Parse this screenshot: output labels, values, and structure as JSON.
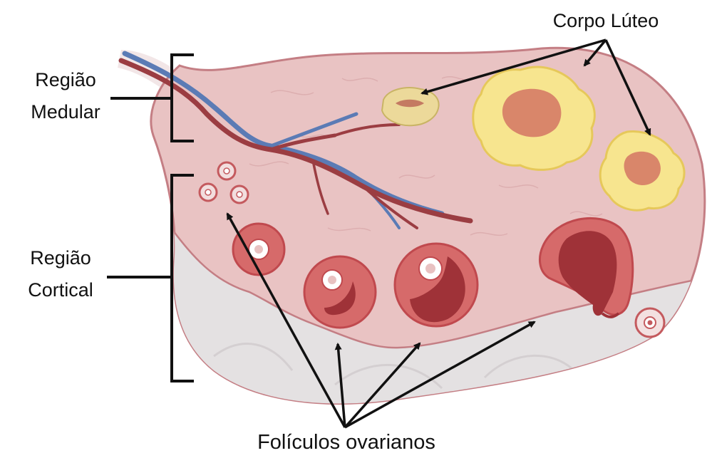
{
  "labels": {
    "regiao_medular_line1": "Região",
    "regiao_medular_line2": "Medular",
    "regiao_cortical_line1": "Região",
    "regiao_cortical_line2": "Cortical",
    "corpo_luteo": "Corpo Lúteo",
    "foliculos_ovarianos": "Folículos ovarianos"
  },
  "colors": {
    "ovary_fill": "#e9c3c3",
    "ovary_outline": "#c47e84",
    "cortex_fill": "#e4e1e2",
    "follicle_red": "#cf5e5e",
    "antrum_dark": "#9f3238",
    "corpus_luteum_yellow": "#f7e58f",
    "corpus_luteum_center": "#d9866a",
    "artery": "#9b3d42",
    "vein": "#5b7bb5",
    "annotation": "#111111"
  },
  "icons": {
    "bracket": "square-bracket",
    "arrow": "arrow-line"
  }
}
